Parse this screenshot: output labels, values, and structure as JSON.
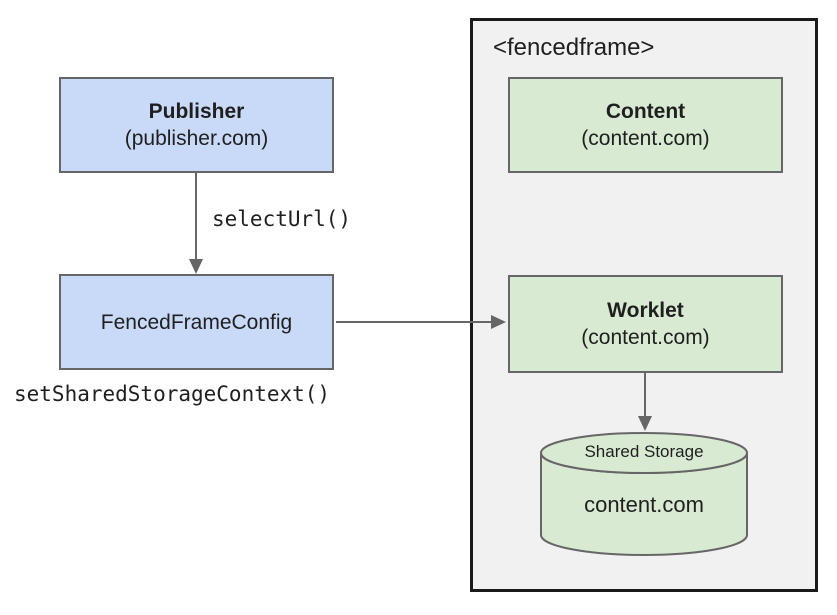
{
  "diagram": {
    "publisher_box": {
      "title": "Publisher",
      "subtitle": "(publisher.com)"
    },
    "config_box": {
      "label": "FencedFrameConfig"
    },
    "labels": {
      "select_url": "selectUrl()",
      "set_shared_storage_context": "setSharedStorageContext()"
    },
    "fencedframe": {
      "label": "<fencedframe>",
      "content_box": {
        "title": "Content",
        "subtitle": "(content.com)"
      },
      "worklet_box": {
        "title": "Worklet",
        "subtitle": "(content.com)"
      },
      "storage_cylinder": {
        "title": "Shared Storage",
        "subtitle": "content.com"
      }
    }
  },
  "colors": {
    "blue_fill": "#c9daf8",
    "green_fill": "#d9ead3",
    "gray_fill": "#f1f1f1",
    "box_border": "#666666",
    "arrow": "#666666",
    "container_border": "#1a1a1a",
    "text": "#1f1f1f"
  }
}
